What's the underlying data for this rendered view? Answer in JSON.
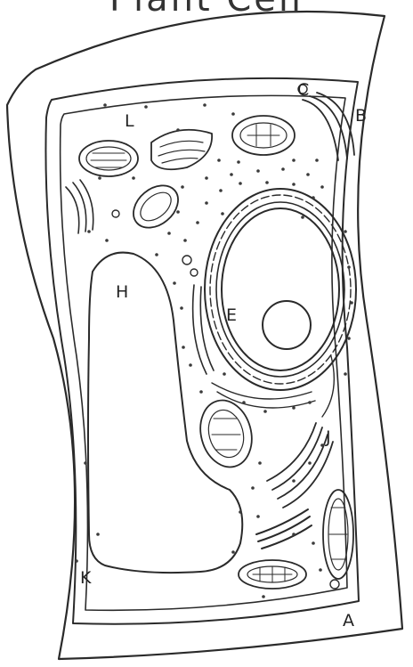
{
  "title": "Plant Cell",
  "labels": {
    "A": "A",
    "B": "B",
    "C": "C",
    "E": "E",
    "H": "H",
    "J": "J",
    "K": "K",
    "L": "L"
  },
  "colors": {
    "line": "#2a2a2a",
    "background": "#ffffff"
  }
}
